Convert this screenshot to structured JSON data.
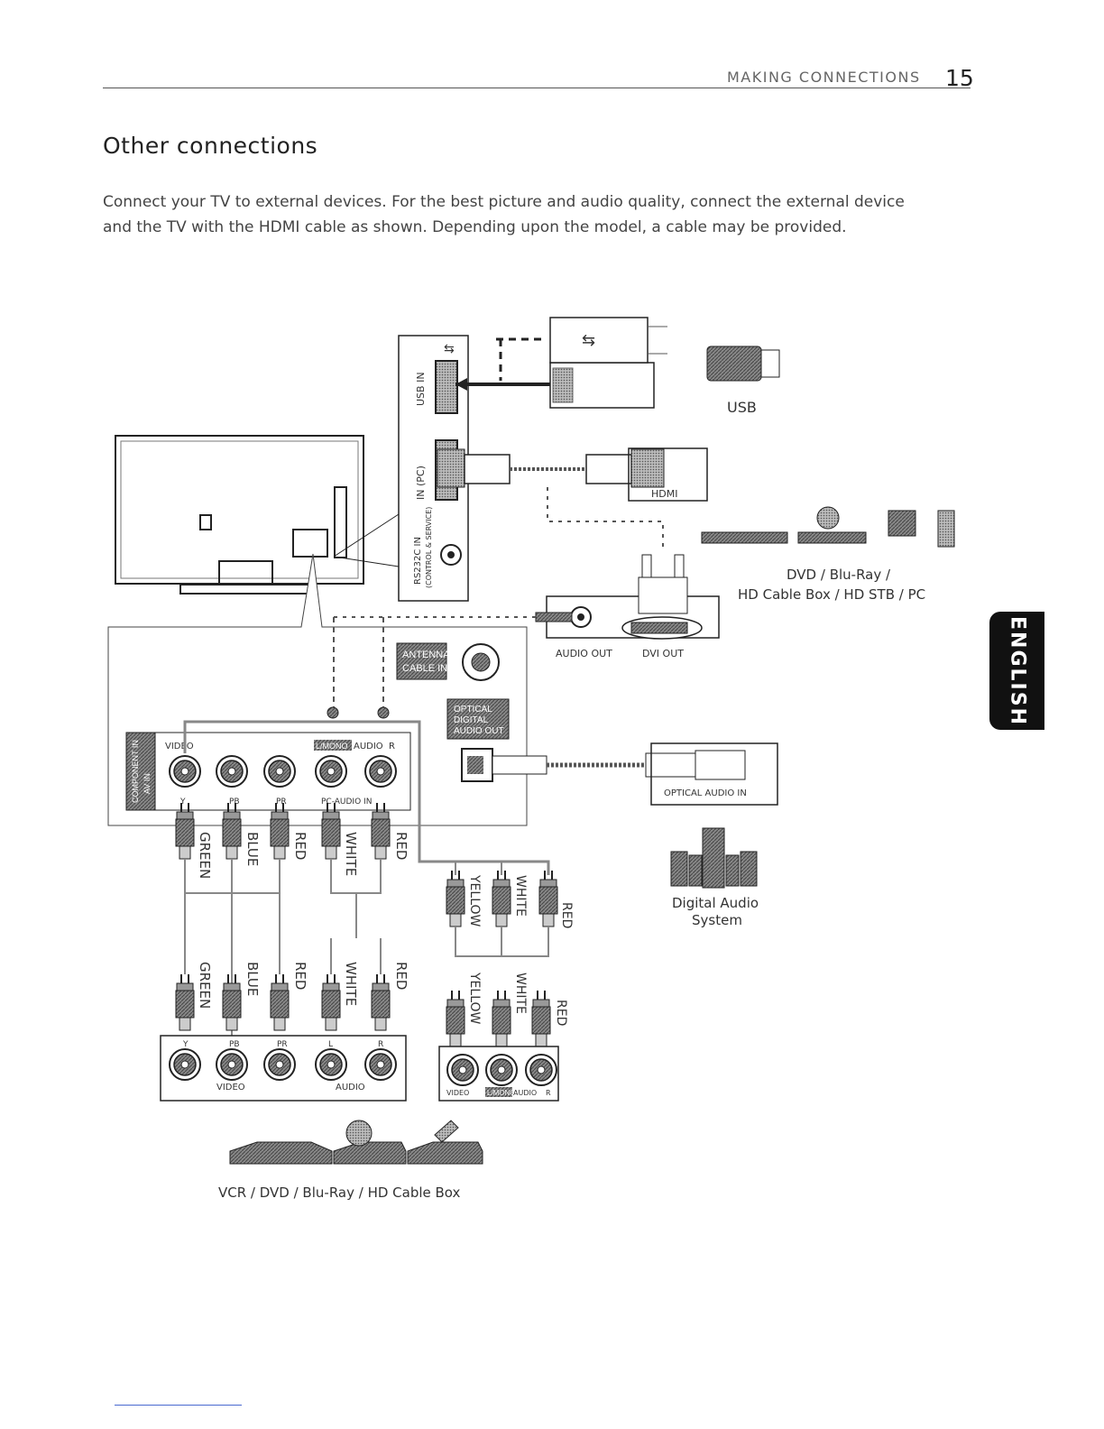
{
  "header": {
    "section": "MAKING CONNECTIONS",
    "page_number": "15"
  },
  "title": "Other connections",
  "intro": [
    "Connect your TV to external devices. For the best picture and audio quality, connect the external device",
    "and the TV with the HDMI cable as shown. Depending upon the model, a cable may be provided."
  ],
  "side_tab": "ENGLISH",
  "diagram": {
    "tv_ports": {
      "usb_in": "USB IN",
      "hdmi_in": "IN (PC)",
      "rs232c": "RS232C IN",
      "rs232c_sub": "(CONTROL & SERVICE)",
      "antenna": [
        "ANTENNA/",
        "CABLE IN"
      ],
      "optical": [
        "OPTICAL",
        "DIGITAL",
        "AUDIO OUT"
      ],
      "component": [
        "COMPONENT IN",
        "AV IN"
      ],
      "video": "VIDEO",
      "mono": "L/MONO",
      "audio": "AUDIO",
      "r": "R",
      "y": "Y",
      "pb": "PB",
      "pr": "PR",
      "pc_audio": "PC-AUDIO IN"
    },
    "usb_device": "USB",
    "hdmi_device": "HDMI",
    "audio_out": "AUDIO OUT",
    "dvi_out": "DVI OUT",
    "pc_devices": [
      "DVD / Blu-Ray /",
      "HD Cable Box / HD STB / PC"
    ],
    "optical_in": "OPTICAL AUDIO IN",
    "digital_audio": [
      "Digital Audio",
      "System"
    ],
    "cables": {
      "green": "GREEN",
      "blue": "BLUE",
      "red": "RED",
      "white": "WHITE",
      "yellow": "YELLOW"
    },
    "source_ports": {
      "y": "Y",
      "pb": "PB",
      "pr": "PR",
      "l": "L",
      "r": "R",
      "video": "VIDEO",
      "audio": "AUDIO"
    },
    "av_source_ports": {
      "video": "VIDEO",
      "mono": "L/MONO",
      "audio": "AUDIO",
      "r": "R"
    },
    "bottom_devices": "VCR / DVD / Blu-Ray / HD Cable Box"
  }
}
